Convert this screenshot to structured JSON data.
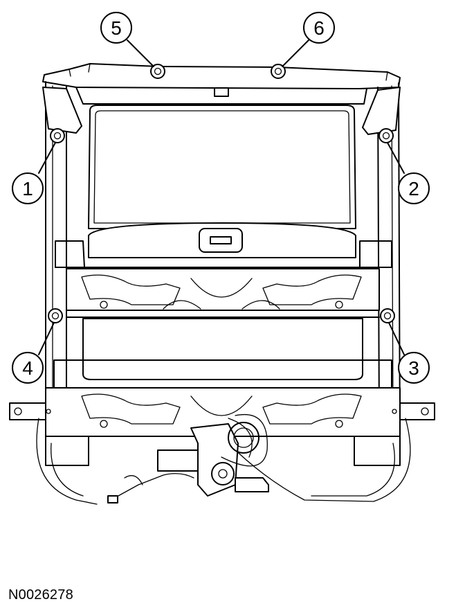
{
  "figure_id": "N0026278",
  "callouts": [
    {
      "id": "1",
      "label": "1"
    },
    {
      "id": "2",
      "label": "2"
    },
    {
      "id": "3",
      "label": "3"
    },
    {
      "id": "4",
      "label": "4"
    },
    {
      "id": "5",
      "label": "5"
    },
    {
      "id": "6",
      "label": "6"
    }
  ],
  "colors": {
    "line": "#000000",
    "background": "#ffffff"
  }
}
